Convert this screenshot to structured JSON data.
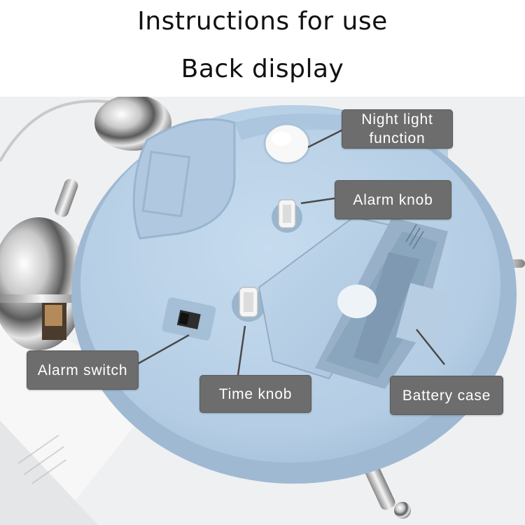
{
  "header": {
    "title": "Instructions for use",
    "subtitle": "Back display"
  },
  "callouts": {
    "night_light_line1": "Night light",
    "night_light_line2": "function",
    "alarm_knob": "Alarm knob",
    "alarm_switch": "Alarm switch",
    "time_knob": "Time knob",
    "battery_case": "Battery case"
  },
  "colors": {
    "label_bg": "#6d6d6d",
    "label_text": "#ffffff",
    "clock_body": "#b9d1e6",
    "background": "#ffffff"
  }
}
